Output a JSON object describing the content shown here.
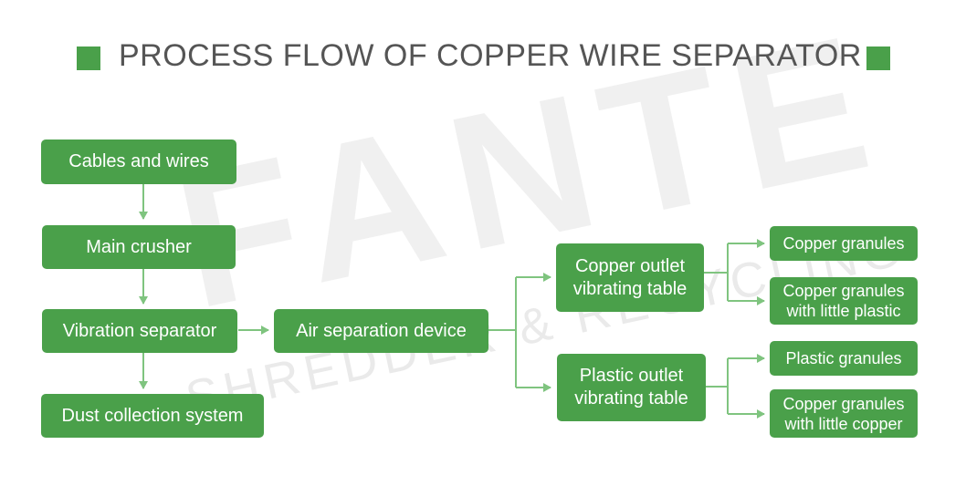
{
  "title": "PROCESS FLOW OF COPPER WIRE SEPARATOR",
  "watermark": {
    "logo": "FANTE",
    "tagline": "SHREDDER & RECYCLING"
  },
  "colors": {
    "box": "#4aa04a",
    "arrow": "#7fc47f",
    "title_text": "#555555"
  },
  "nodes": {
    "cables": "Cables and wires",
    "crusher": "Main crusher",
    "vibration": "Vibration separator",
    "dust": "Dust collection system",
    "air": "Air separation device",
    "copper_table": "Copper outlet\nvibrating table",
    "plastic_table": "Plastic outlet\nvibrating table",
    "copper_granules": "Copper granules",
    "copper_little_plastic": "Copper granules\nwith little plastic",
    "plastic_granules": "Plastic granules",
    "copper_little_copper": "Copper granules\nwith little copper"
  }
}
